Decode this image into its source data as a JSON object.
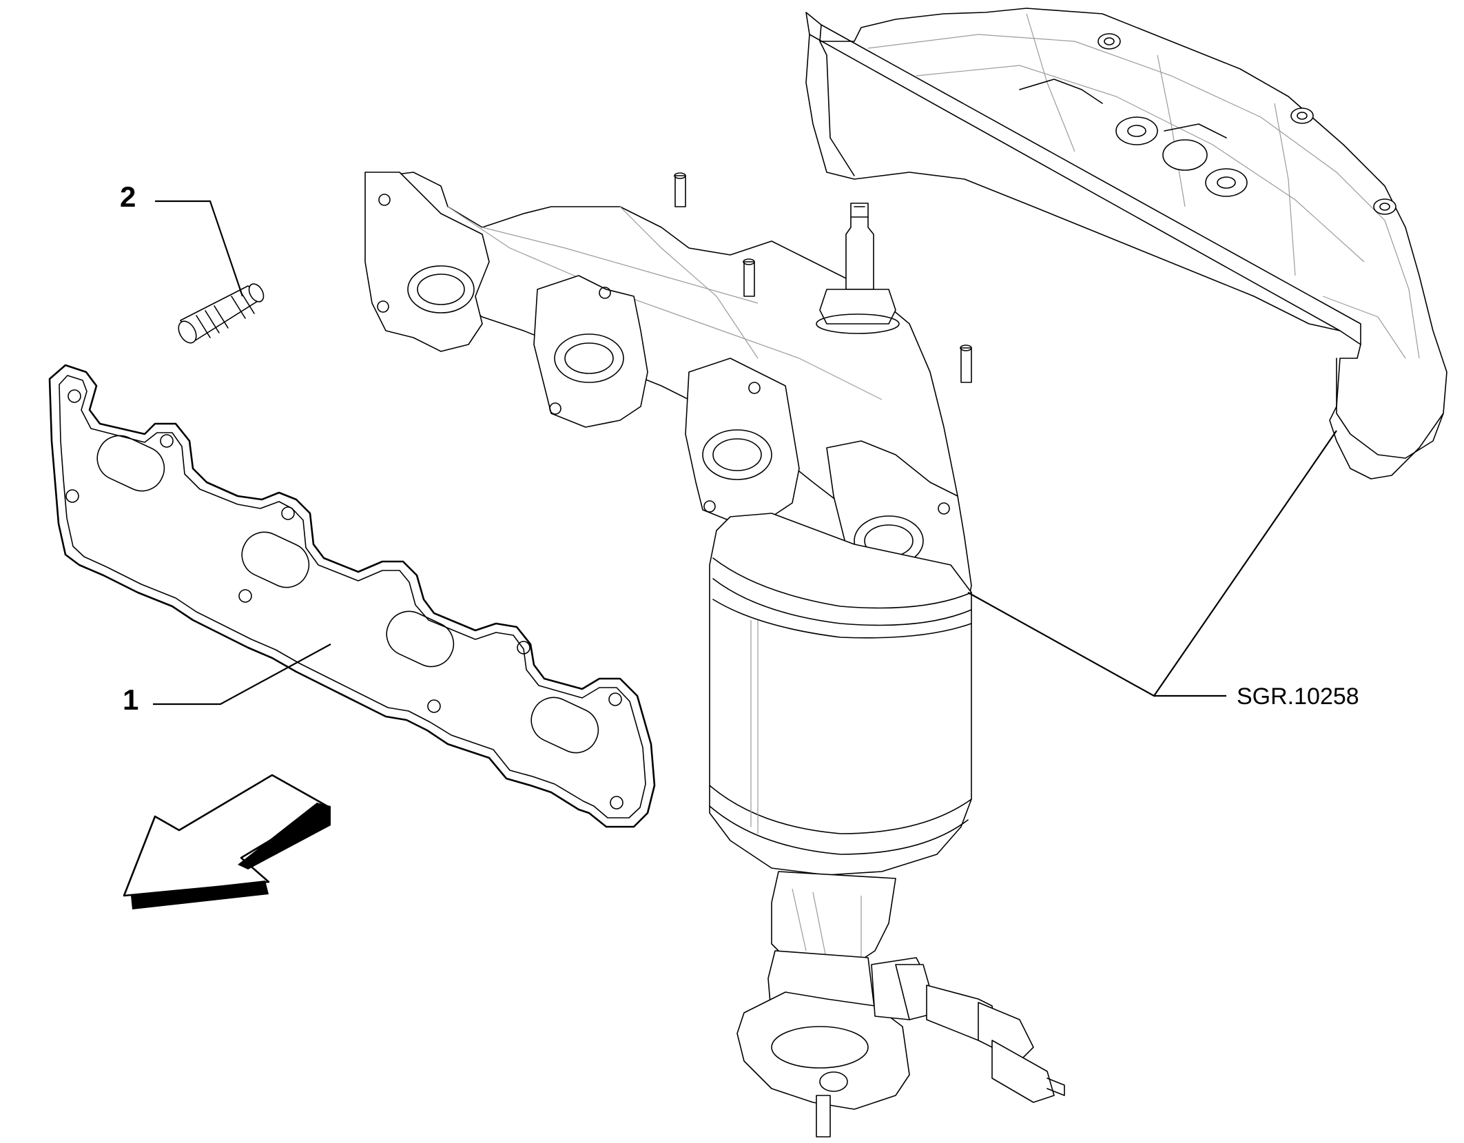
{
  "callouts": [
    {
      "id": "1",
      "label": "1"
    },
    {
      "id": "2",
      "label": "2"
    }
  ],
  "reference_code": "SGR.10258",
  "icons": {
    "direction": "direction-arrow-icon"
  }
}
